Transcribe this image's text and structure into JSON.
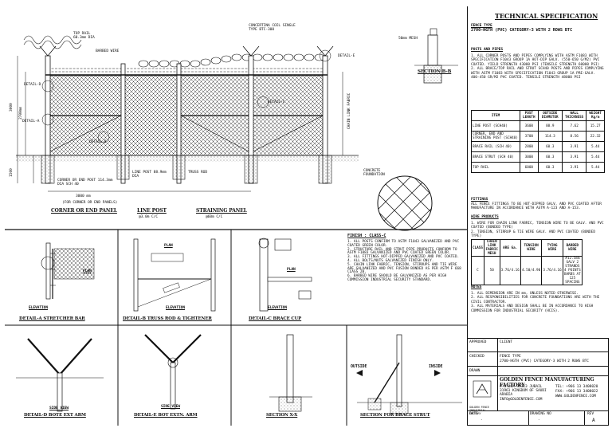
{
  "spec": {
    "heading": "TECHNICAL SPECIFICATION",
    "fence_type_label": "FENCE TYPE",
    "fence_type": "2700-HGTH (PVC) CATEGORY-3 WITH 2 ROWS BTC",
    "posts_heading": "POSTS AND PIPES",
    "posts_notes": [
      "1. ALL CORNER POSTS AND PIPES COMPLYING WITH ASTM F1083 WITH SPECIFICATION F1043 GROUP 1A HOT-DIP GALV. (550-650 G/M2) PVC COATED. YIELD STRENGTH 43000 PSI (TENSILE STRENGTH 60000 PSI)",
      "2. ALL BRACE/TOP RAIL AND STRUT SCH40 POSTS AND PIPES COMPLYING WITH ASTM F1083 WITH SPECIFICATION F1043 GROUP 1A PRE-GALV. 400-450 GR/M2 PVC COATED. TENSILE STRENGTH 48000 PSI"
    ],
    "table_headers": [
      "ITEM",
      "POST LENGTH",
      "OUTSIDE DIAMETER",
      "WALL THICKNESS",
      "WEIGHT Kg/m"
    ],
    "table_rows": [
      [
        "LINE POST (SCH40)",
        "3600",
        "88.9",
        "7.62",
        "15.27"
      ],
      [
        "CORNER, END AND STRAINING POST (SCH40)",
        "3700",
        "114.3",
        "8.56",
        "22.32"
      ],
      [
        "BRACE RAIL (SCH 40)",
        "2800",
        "60.3",
        "3.91",
        "5.44"
      ],
      [
        "BRACE STRUT (SCH 40)",
        "3000",
        "60.3",
        "3.91",
        "5.44"
      ],
      [
        "TOP RAIL",
        "6000",
        "60.3",
        "3.91",
        "5.44"
      ]
    ],
    "fittings_heading": "FITTINGS",
    "fittings_text": "ALL FENCE FITTINGS TO BE HOT-DIPPED GALV. AND PVC COATED AFTER MANUFACTURE IN ACCORDANCE WITH ASTM A-123 AND A-153.",
    "wire_heading": "WIRE PRODUCTS",
    "wire_notes": [
      "1. WIRE FOR CHAIN LINK FABRIC, TENSION WIRE TO BE GALV. AND PVC COATED (BONDED TYPE)",
      "2. TENSION, STIRRUP & TIE WIRE GALV. AND PVC COATED (BONDED TYPE)"
    ],
    "wire_table_headers": [
      "CLASS",
      "CHAIN LINK FABRIC MESH",
      "ARE Ga.",
      "TENSION WIRE",
      "TYING WIRE",
      "BARBED WIRE"
    ],
    "wire_table_row": [
      "C",
      "50",
      "3.76/4.16",
      "4.50/4.90",
      "3.76/4.16",
      "#12.5mm GALV 2 STRANDS 4 POINTS BARBS AT 125 SPACING"
    ],
    "notes_heading": "NOTES",
    "notes": [
      "1. ALL DIMENSION ARE IN mm, UNLESS NOTED OTHERWISE.",
      "2. ALL RESPONSIBILITIES FOR CONCRETE FOUNDATIONS ARE WITH THE CIVIL CONTRACTOR.",
      "3. ALL MATERIALS AND DESIGN SHALL BE IN ACCORDANCE TO HIGH COMMISSION FOR INDUSTRIAL SECURITY (HCIS)."
    ]
  },
  "title_block": {
    "approved_label": "APPROVED",
    "client_label": "CLIENT",
    "checked_label": "CHECKED",
    "fence_type_label": "FENCE TYPE",
    "fence_type": "2700-HGTH (PVC) CATEGORY-3 WITH 2 ROWS BTC",
    "drawn_label": "DRAWN",
    "company": "GOLDEN FENCE MANUFACTURING FACTORY",
    "address": "P.O.BOX 35323 JUBAIL 31961 KINGDOM OF SAUDI ARABIA INFO@GOLDENFENCE.COM",
    "tel": "TEL: +966 13 3408020",
    "fax": "FAX: +966 13 3408022",
    "web": "WWW.GOLDENFENCE.COM",
    "logo_caption": "GOLDEN FENCE INDUSTRIAL FACTORY",
    "date_label": "DATE",
    "drawing_no_label": "DRAWING NO",
    "rev_label": "REV",
    "dash": "-",
    "rev_value": "A"
  },
  "elevation": {
    "corner_panel_title": "CORNER OR END PANEL",
    "corner_panel_dim": "3000 mm",
    "corner_panel_note": "(FOR CORNER OR END PANELS)",
    "line_post_title": "LINE POST",
    "line_post_spacing": "@3.0m C/C",
    "straining_panel_title": "STRAINING PANEL",
    "straining_spacing": "@60m C/C",
    "height_2700": "2700mm",
    "height_3000": "3000",
    "height_1500": "1500",
    "top_rail": "TOP RAIL 60.3mm DIA",
    "barbed_wire": "BARBED WIRE",
    "btc_coil": "CONCERTINA COIL SINGLE TYPE BTC-300",
    "detail_a": "DETAIL-A",
    "detail_b": "DETAIL-B",
    "detail_c": "DETAIL-C",
    "detail_d": "DETAIL-D",
    "detail_e": "DETAIL-E",
    "chain_link": "CHAIN LINK FABRIC",
    "foundation_note": "CONCRETE FOUNDATION",
    "line_post_label": "LINE POST 88.9mm DIA",
    "corner_post_label": "CORNER OR END POST 114.3mm DIA SCH 40",
    "section_b_title": "SECTION B-B",
    "mesh_detail": "50mm MESH",
    "truss_label": "TRUSS ROD"
  },
  "details": {
    "a_title": "DETAIL-A STRETCHER BAR",
    "b_title": "DETAIL-B TRUSS ROD & TIGHTENER",
    "c_title": "DETAIL-C BRACE CUP",
    "finish_heading": "FINISH : CLASS-C",
    "finish_notes": [
      "1. ALL POSTS CONFIRM TO ASTM F1043 GALVANIZED AND PVC COATED GREEN COLOR.",
      "2. STRUCTURE RAIL AND STRUT PIPE PRODUCTS CONFORM TO ASTM F1083 GALVANIZED AND PVC COATED GREEN COLOR.",
      "3. ALL FITTINGS HOT-DIPPED GALVANIZED AND PVC COATED.",
      "4. ALL BOLTS/NUTS GALVANIZED FINISH ONLY.",
      "5. CHAIN LINK FABRIC, TENSION, STIRRUPS AND TIE WIRE ARE GALVANIZED AND PVC FUSION BONDED AS PER ASTM F 668 CLASS 2B.",
      "6. BARBED WIRE SHOULD BE GALVANIZED AS PER HIGH COMMISSION INDUSTRIAL SECURITY STANDARD."
    ],
    "d_title": "DETAIL-D BOTE EXT ARM",
    "e_title": "DETAIL-E BOT EXTN. ARM",
    "x_title": "SECTION X-X",
    "strut_title": "SECTION FOR BRACE STRUT",
    "side_view": "SIDE VIEW",
    "elevation": "ELEVATION",
    "plan": "PLAN",
    "outside": "OUTSIDE",
    "inside": "INSIDE"
  }
}
